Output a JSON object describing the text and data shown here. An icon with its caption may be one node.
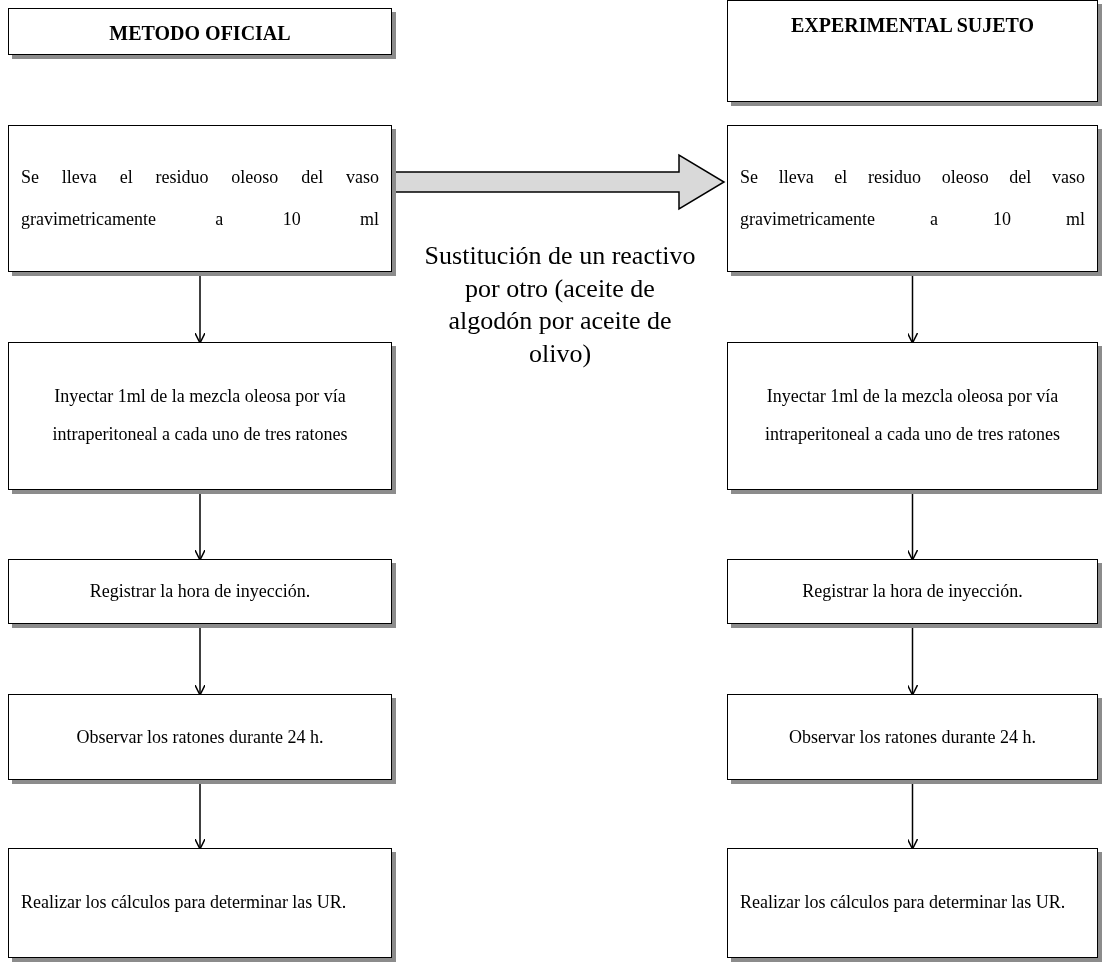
{
  "diagram": {
    "nodes": [
      {
        "text": [
          "METODO OFICIAL"
        ]
      },
      {
        "text": [
          "Se lleva el residuo oleoso del vaso gravimetricamente a 10 ml"
        ]
      },
      {
        "text": [
          "Inyectar  1ml de la mezcla oleosa por vía intraperitoneal a cada uno de tres ratones"
        ]
      },
      {
        "text": [
          "Registrar la hora de inyección."
        ]
      },
      {
        "text": [
          "Observar los ratones durante 24 h."
        ]
      },
      {
        "text": [
          "Realizar los cálculos para determinar las  UR."
        ]
      },
      {
        "text": [
          "EXPERIMENTAL SUJETO"
        ]
      },
      {
        "text": [
          "Se lleva el residuo oleoso del vaso gravimetricamente a 10 ml"
        ]
      },
      {
        "text": [
          "Inyectar  1ml de la mezcla oleosa por vía intraperitoneal a cada uno de tres ratones"
        ]
      },
      {
        "text": [
          "Registrar la hora de inyección."
        ]
      },
      {
        "text": [
          "Observar los ratones durante 24 h."
        ]
      },
      {
        "text": [
          "Realizar los cálculos para determinar las  UR."
        ]
      }
    ],
    "edges": [
      {
        "from": 1,
        "to": 7,
        "arrow": "to",
        "label": "Sustitución de un reactivo por otro (aceite de algodón por aceite de olivo)",
        "style": "thick"
      },
      {
        "from": 1,
        "to": 2,
        "arrow": "to"
      },
      {
        "from": 2,
        "to": 3,
        "arrow": "to"
      },
      {
        "from": 3,
        "to": 4,
        "arrow": "to"
      },
      {
        "from": 4,
        "to": 5,
        "arrow": "to"
      },
      {
        "from": 7,
        "to": 8,
        "arrow": "to"
      },
      {
        "from": 8,
        "to": 9,
        "arrow": "to"
      },
      {
        "from": 9,
        "to": 10,
        "arrow": "to"
      },
      {
        "from": 10,
        "to": 11,
        "arrow": "to"
      }
    ]
  }
}
